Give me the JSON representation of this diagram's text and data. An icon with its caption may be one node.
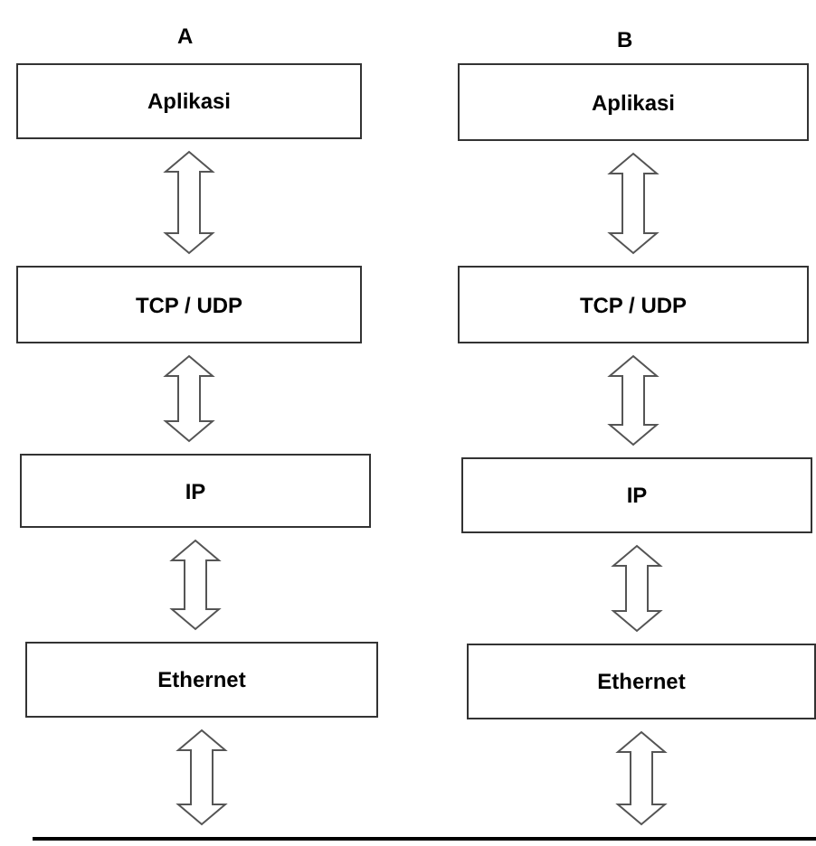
{
  "diagram": {
    "nodes": [
      {
        "text": [
          "Aplikasi"
        ]
      },
      {
        "text": [
          "TCP / UDP"
        ]
      },
      {
        "text": [
          "IP"
        ]
      },
      {
        "text": [
          "Ethernet"
        ]
      },
      {
        "text": [
          "Aplikasi"
        ]
      },
      {
        "text": [
          "TCP / UDP"
        ]
      },
      {
        "text": [
          "IP"
        ]
      },
      {
        "text": [
          "Ethernet"
        ]
      },
      {
        "text": [],
        "shape": "bar"
      }
    ],
    "edges": [
      {
        "from": 0,
        "to": 1,
        "arrow": "both"
      },
      {
        "from": 1,
        "to": 2,
        "arrow": "both"
      },
      {
        "from": 2,
        "to": 3,
        "arrow": "both"
      },
      {
        "from": 3,
        "to": 8,
        "arrow": "both"
      },
      {
        "from": 4,
        "to": 5,
        "arrow": "both"
      },
      {
        "from": 5,
        "to": 6,
        "arrow": "both"
      },
      {
        "from": 6,
        "to": 7,
        "arrow": "both"
      },
      {
        "from": 7,
        "to": 8,
        "arrow": "both"
      }
    ],
    "labels": [
      "A",
      "B"
    ]
  }
}
